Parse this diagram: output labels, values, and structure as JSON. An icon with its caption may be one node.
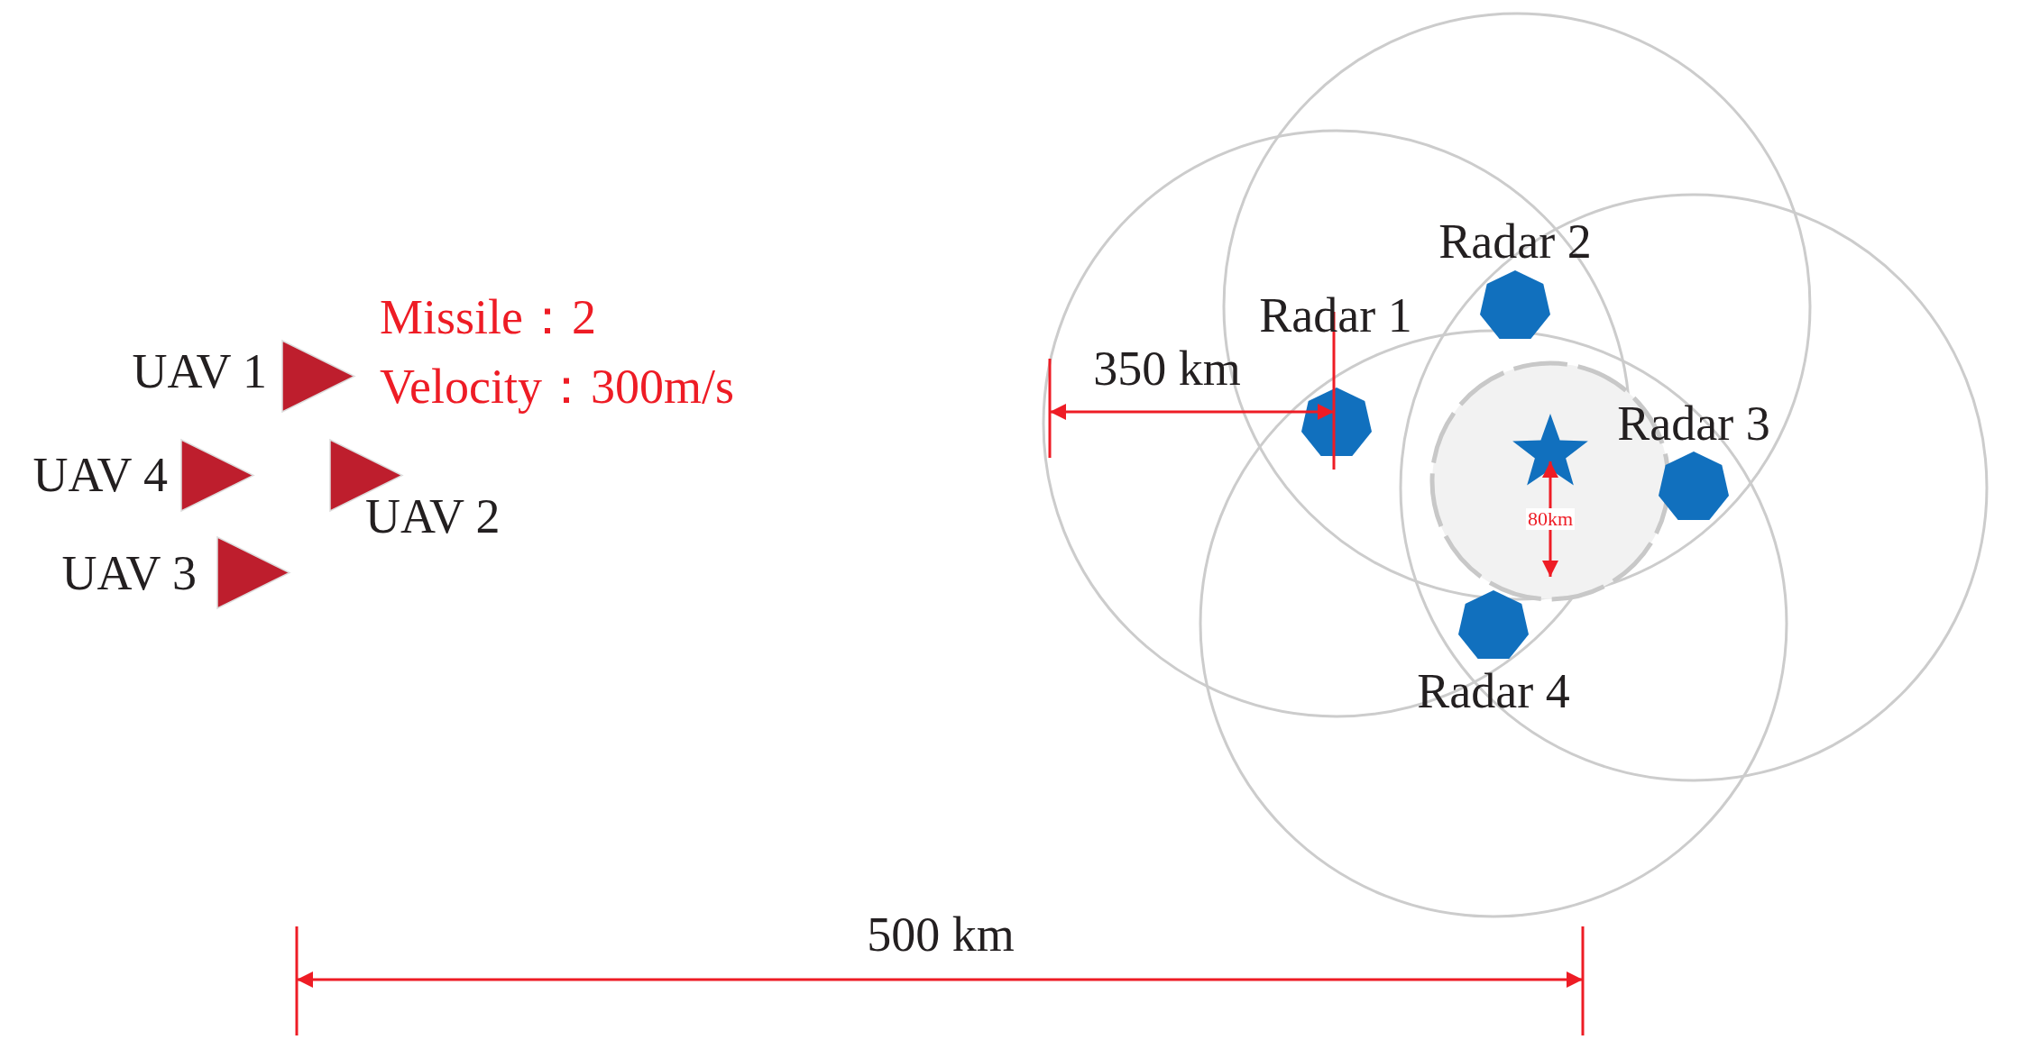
{
  "diagram": {
    "labels": [
      "Radar 2",
      "Missile：2",
      "Radar 1",
      "UAV 1",
      "350 km",
      "Velocity：300m/s",
      "Radar 3",
      "UAV 4",
      "UAV 2",
      "80km",
      "UAV 3",
      "Radar 4",
      "500 km"
    ]
  }
}
